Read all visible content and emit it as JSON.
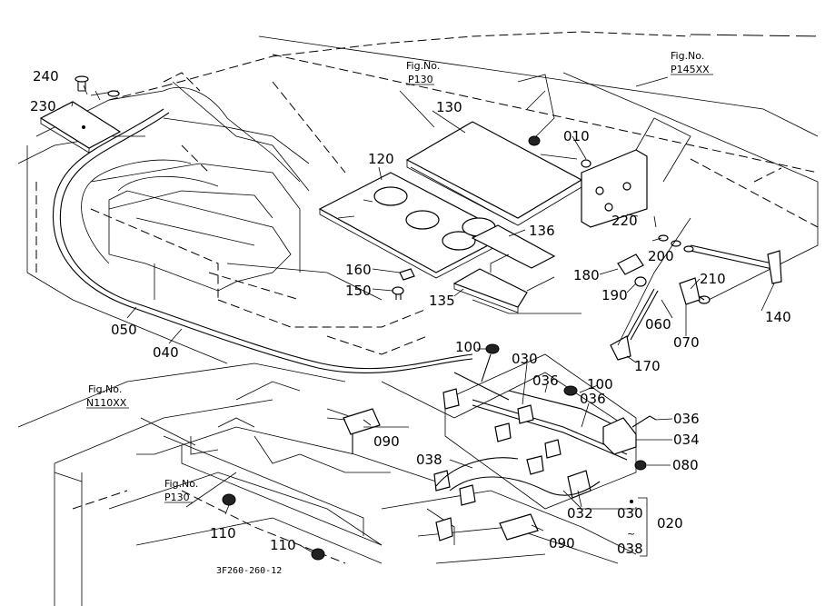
{
  "figure_refs": {
    "top_center": {
      "title": "Fig.No.",
      "code": "P130"
    },
    "top_right": {
      "title": "Fig.No.",
      "code": "P145XX"
    },
    "left": {
      "title": "Fig.No.",
      "code": "N110XX"
    },
    "bottom": {
      "title": "Fig.No.",
      "code": "P130"
    }
  },
  "part_numbers": {
    "p240": "240",
    "p230": "230",
    "p130": "130",
    "p120": "120",
    "p010": "010",
    "p136": "136",
    "p220": "220",
    "p200": "200",
    "p160": "160",
    "p150": "150",
    "p180": "180",
    "p210": "210",
    "p190": "190",
    "p135": "135",
    "p060": "060",
    "p140": "140",
    "p070": "070",
    "p050": "050",
    "p040": "040",
    "p100a": "100",
    "p030": "030",
    "p170": "170",
    "p036a": "036",
    "p100b": "100",
    "p036b": "036",
    "p036c": "036",
    "p034": "034",
    "p090a": "090",
    "p038": "038",
    "p080": "080",
    "p032": "032",
    "p030b": "030",
    "p020": "020",
    "p038b": "038",
    "p110a": "110",
    "p090b": "090",
    "p110b": "110"
  },
  "range_tilde": "~",
  "drawing_code": "3F260-260-12"
}
